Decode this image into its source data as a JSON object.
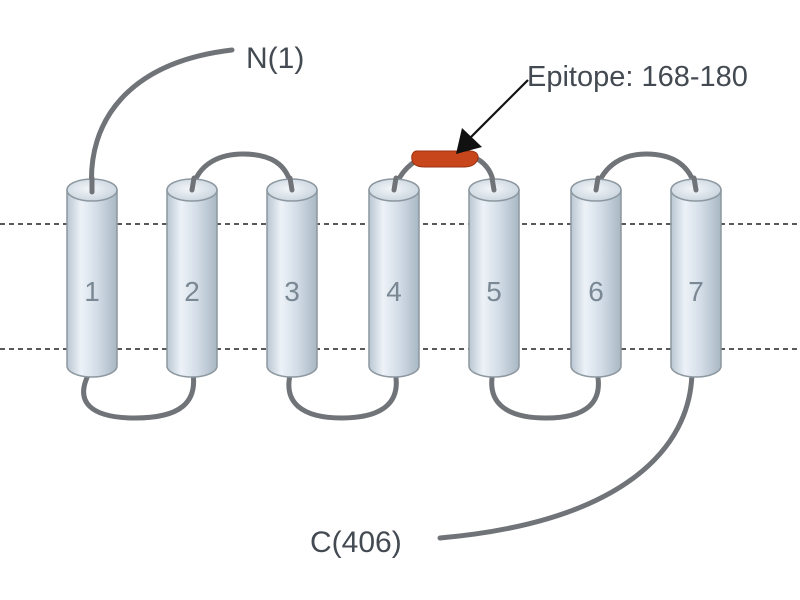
{
  "n_terminus": "N(1)",
  "c_terminus": "C(406)",
  "epitope_label": "Epitope: 168-180",
  "helices": [
    {
      "number": "1"
    },
    {
      "number": "2"
    },
    {
      "number": "3"
    },
    {
      "number": "4"
    },
    {
      "number": "5"
    },
    {
      "number": "6"
    },
    {
      "number": "7"
    }
  ],
  "colors": {
    "loop": "#707478",
    "helix_fill": "#d6e0ea",
    "helix_stroke": "#8c979f",
    "epitope": "#c8461c",
    "membrane_line": "#222222"
  }
}
